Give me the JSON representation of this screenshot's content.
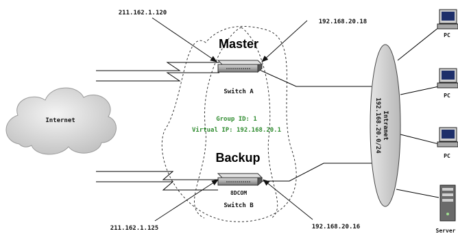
{
  "master": {
    "role_label": "Master",
    "switch_label": "Switch A",
    "ip_left": "211.162.1.120",
    "ip_right": "192.168.20.18"
  },
  "backup": {
    "role_label": "Backup",
    "device_label": "8DCOM",
    "switch_label": "Switch B",
    "ip_left": "211.162.1.125",
    "ip_right": "192.168.20.16"
  },
  "vrrp": {
    "group_line": "Group ID: 1",
    "vip_line": "Virtual IP: 192.168.20.1",
    "text_color": "#2e8b2e"
  },
  "internet_cloud": {
    "label": "Internet"
  },
  "intranet": {
    "label": "Intranet",
    "subnet": "192.168.20.0/24"
  },
  "hosts": [
    {
      "label": "PC",
      "icon": "pc-icon"
    },
    {
      "label": "PC",
      "icon": "pc-icon"
    },
    {
      "label": "PC",
      "icon": "pc-icon"
    },
    {
      "label": "Server",
      "icon": "server-icon"
    }
  ]
}
